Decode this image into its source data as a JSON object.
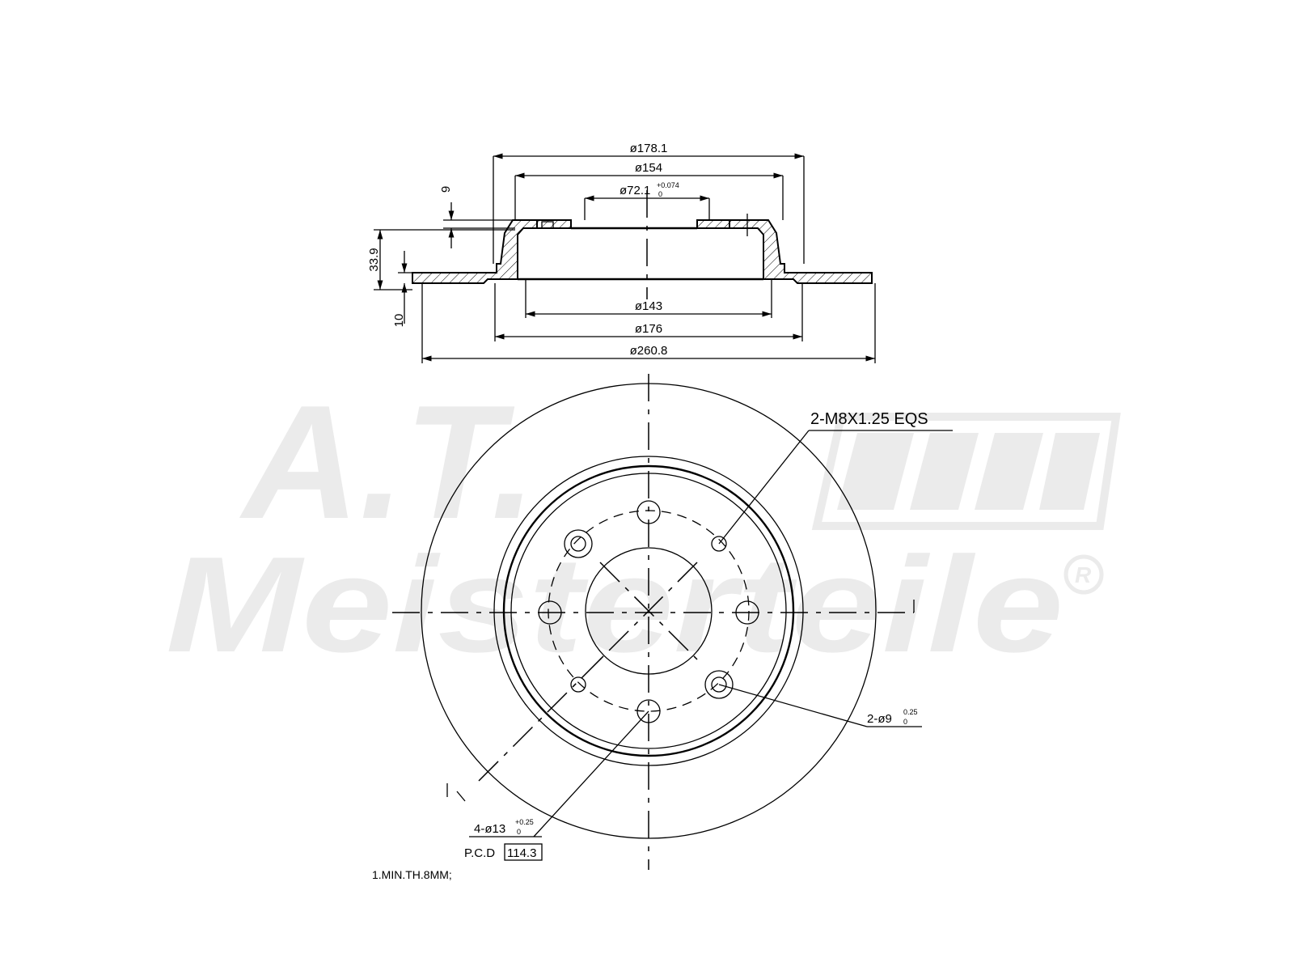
{
  "watermark": {
    "brand_line1": "A.T.",
    "brand_line2": "Meisterteile",
    "registered_mark": "R"
  },
  "section_view": {
    "dims": {
      "d_178": "ø178.1",
      "d_154": "ø154",
      "d_72": "ø72.1",
      "d_72_tol_upper": "+0.074",
      "d_72_tol_lower": "0",
      "d_143": "ø143",
      "d_176": "ø176",
      "d_260": "ø260.8",
      "h_9": "9",
      "h_33": "33.9",
      "h_10": "10"
    }
  },
  "plan_view": {
    "thread_callout": "2-M8X1.25 EQS",
    "pin_hole": "2-ø9",
    "pin_hole_tol_upper": "0.25",
    "pin_hole_tol_lower": "0",
    "bolt_holes": "4-ø13",
    "bolt_holes_tol_upper": "+0.25",
    "bolt_holes_tol_lower": "0",
    "pcd_label": "P.C.D",
    "pcd_value": "114.3"
  },
  "notes": {
    "min_thickness": "1.MIN.TH.8MM;"
  }
}
